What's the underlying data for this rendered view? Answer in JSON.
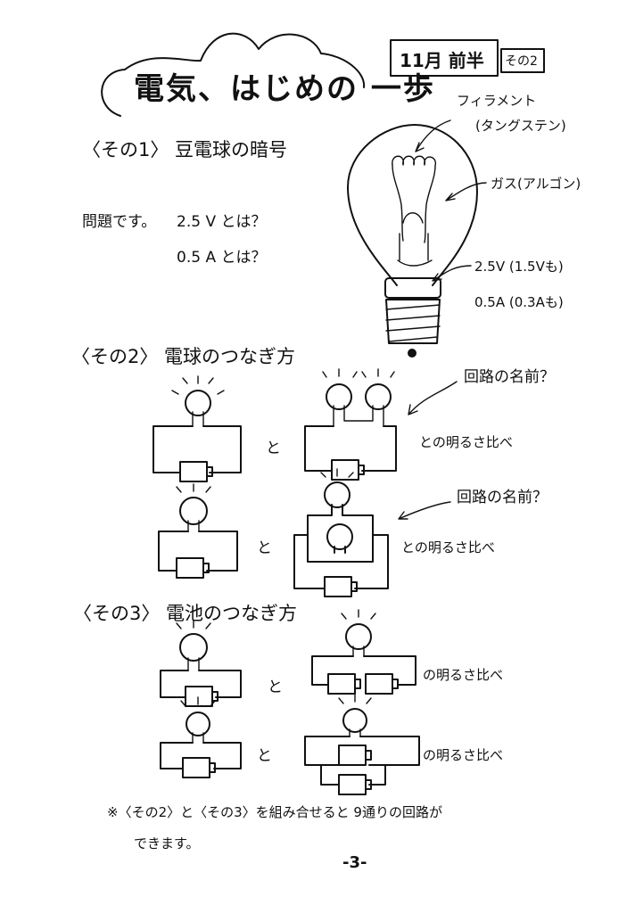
{
  "header": {
    "title": "電気、はじめの 一歩",
    "date_label": "11月 前半",
    "part_label": "その2"
  },
  "section1": {
    "heading": "〈その1〉 豆電球の暗号",
    "question_prefix": "問題です。",
    "question_line1": "2.5 V とは？",
    "question_line2": "0.5 A とは？"
  },
  "bulb_labels": {
    "filament": "フィラメント",
    "filament_material": "(タングステン)",
    "gas": "ガス(アルゴン)",
    "voltage": "2.5V (1.5Vも)",
    "current": "0.5A (0.3Aも)"
  },
  "section2": {
    "heading": "〈その2〉 電球のつなぎ方",
    "and_1": "と",
    "and_2": "と",
    "question_1": "回路の名前？",
    "question_2": "回路の名前？",
    "compare_1": "との明るさ比べ",
    "compare_2": "との明るさ比べ"
  },
  "section3": {
    "heading": "〈その3〉 電池のつなぎ方",
    "and_1": "と",
    "and_2": "と",
    "compare_1": "の明るさ比べ",
    "compare_2": "の明るさ比べ"
  },
  "note": {
    "line1": "※〈その2〉と〈その3〉を組み合せると 9通りの回路が",
    "line2": "できます。"
  },
  "page_number": "-3-"
}
